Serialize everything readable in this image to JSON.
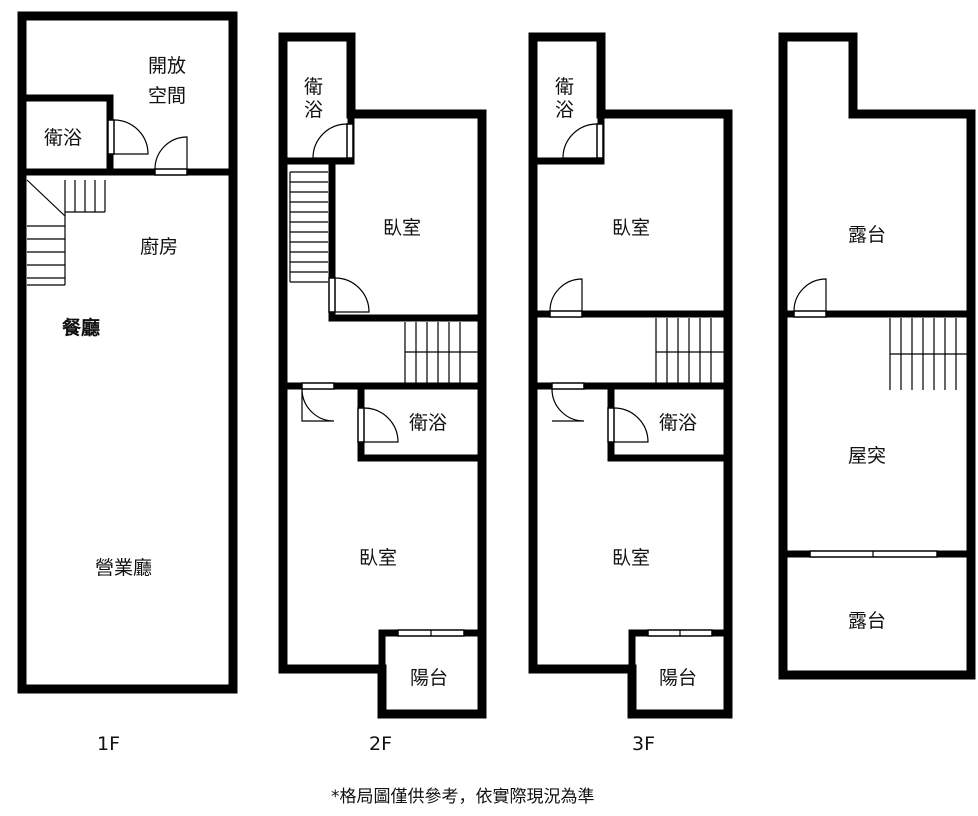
{
  "floors": {
    "f1": {
      "caption": "1F",
      "rooms": {
        "open_space_line1": "開放",
        "open_space_line2": "空間",
        "bathroom": "衛浴",
        "kitchen": "廚房",
        "dining": "餐廳",
        "business_hall": "營業廳"
      }
    },
    "f2": {
      "caption": "2F",
      "rooms": {
        "bathroom_top_line1": "衛",
        "bathroom_top_line2": "浴",
        "bedroom_front": "臥室",
        "bathroom": "衛浴",
        "bedroom_rear": "臥室",
        "balcony": "陽台"
      }
    },
    "f3": {
      "caption": "3F",
      "rooms": {
        "bathroom_top_line1": "衛",
        "bathroom_top_line2": "浴",
        "bedroom_front": "臥室",
        "bathroom": "衛浴",
        "bedroom_rear": "臥室",
        "balcony": "陽台"
      }
    },
    "roof": {
      "rooms": {
        "terrace_front": "露台",
        "roof_structure": "屋突",
        "terrace_rear": "露台"
      }
    }
  },
  "disclaimer": "*格局圖僅供參考，依實際現況為準"
}
